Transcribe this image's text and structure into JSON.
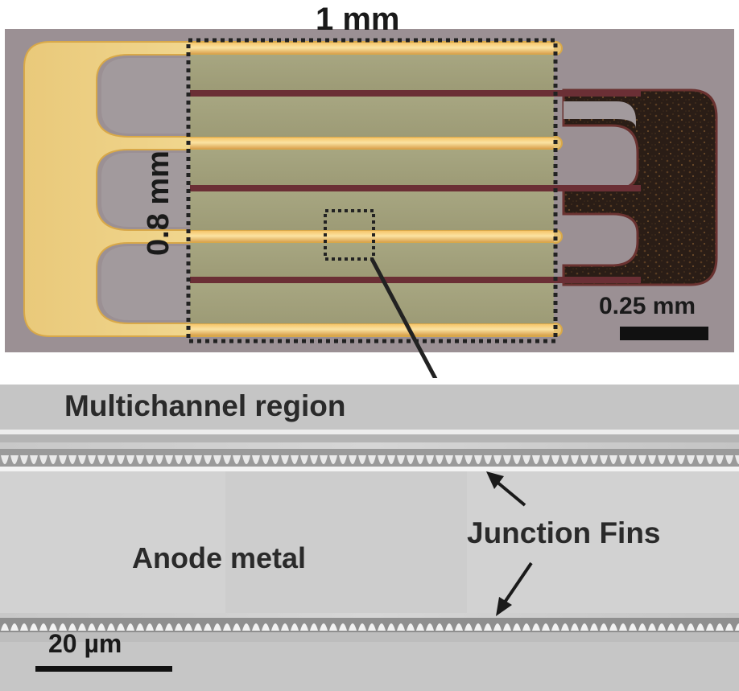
{
  "micrograph": {
    "width_label": "1 mm",
    "height_label": "0.8 mm",
    "scale_label": "0.25 mm"
  },
  "sem": {
    "region_label": "Multichannel region",
    "fins_label": "Junction Fins",
    "anode_label": "Anode metal",
    "scale_label": "20 µm"
  },
  "colors": {
    "substrate": "#9b8f93",
    "gold_pad": "#f1d78b",
    "fingers": "#a4a27c",
    "dark_pad": "#2b1e17",
    "sem_background": "#cfcfcf"
  }
}
